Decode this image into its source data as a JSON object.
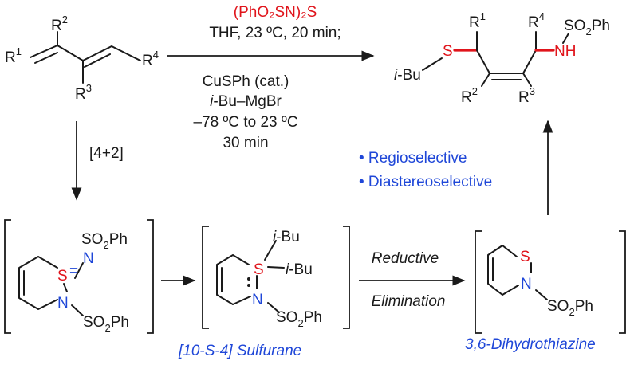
{
  "reagents": {
    "line1": "(PhO₂SN)₂S",
    "line2": "THF, 23 ºC, 20 min;",
    "line3": "CuSPh (cat.)",
    "line4_italic": "i",
    "line4_rest": "-Bu–MgBr",
    "line5": "–78 ºC to 23 ºC",
    "line6": "30 min"
  },
  "cycloaddition_label": "[4+2]",
  "selectivity": [
    "• Regioselective",
    "• Diastereoselective"
  ],
  "step_label": {
    "line1": "Reductive",
    "line2": "Elimination"
  },
  "names": {
    "sulfurane": "[10-S-4] Sulfurane",
    "dihydrothiazine": "3,6-Dihydrothiazine"
  },
  "atoms": {
    "S": "S",
    "N": "N",
    "NH": "NH",
    "R": "R",
    "sup1": "1",
    "sup2": "2",
    "sup3": "3",
    "sup4": "4",
    "SO2Ph_a": "SO",
    "SO2Ph_sub": "2",
    "SO2Ph_b": "Ph",
    "iBu_i": "i",
    "iBu_rest": "-Bu",
    "imino": "="
  },
  "colors": {
    "heteroatom_red": "#e0141b",
    "annotation_blue": "#1f47d8",
    "ink": "#1a1a1a"
  }
}
